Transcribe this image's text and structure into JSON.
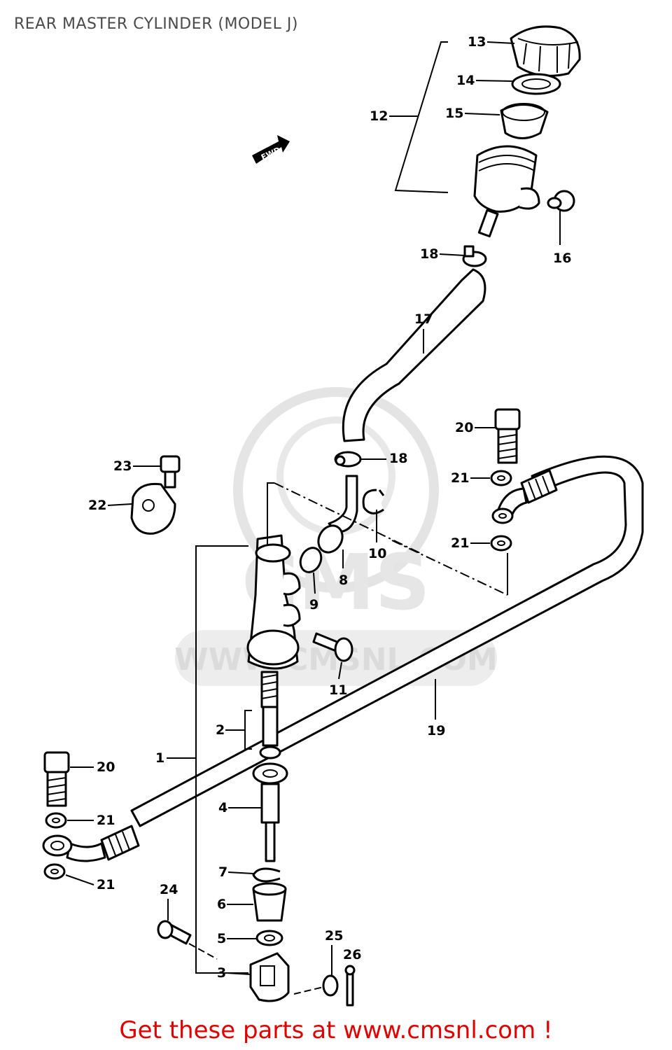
{
  "title": "REAR MASTER CYLINDER (MODEL J)",
  "fwd_marker": "FWD",
  "watermark": {
    "logo_text": "CMS",
    "url_text": "WWW.CMSNL.COM"
  },
  "callouts": [
    "1",
    "2",
    "3",
    "4",
    "5",
    "6",
    "7",
    "8",
    "9",
    "10",
    "11",
    "12",
    "13",
    "14",
    "15",
    "16",
    "17",
    "18",
    "18",
    "19",
    "20",
    "20",
    "21",
    "21",
    "21",
    "21",
    "22",
    "23",
    "24",
    "25",
    "26"
  ],
  "footer": "Get these parts at www.cmsnl.com !"
}
